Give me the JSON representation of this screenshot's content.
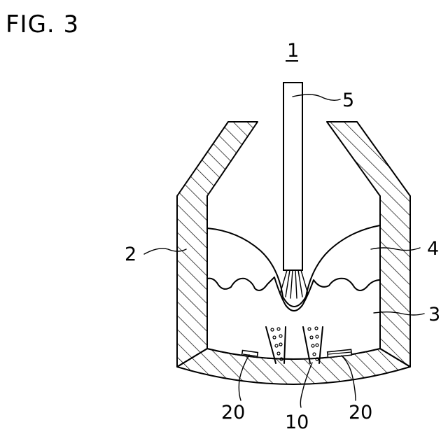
{
  "figure": {
    "title": "FIG. 3"
  },
  "labels": {
    "device": "1",
    "lance": "5",
    "vessel": "2",
    "upper_layer": "4",
    "melt": "3",
    "left_item": "20",
    "center_item": "10",
    "right_item": "20"
  }
}
